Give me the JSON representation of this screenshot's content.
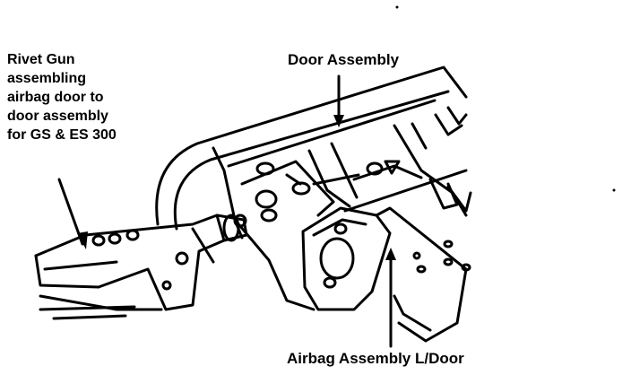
{
  "labels": {
    "rivet_gun": [
      "Rivet Gun",
      "assembling",
      "airbag door to",
      "door assembly",
      "for GS & ES 300"
    ],
    "door_assembly": "Door Assembly",
    "airbag_assembly": "Airbag Assembly L/Door"
  },
  "colors": {
    "ink": "#000000",
    "paper": "#ffffff"
  }
}
